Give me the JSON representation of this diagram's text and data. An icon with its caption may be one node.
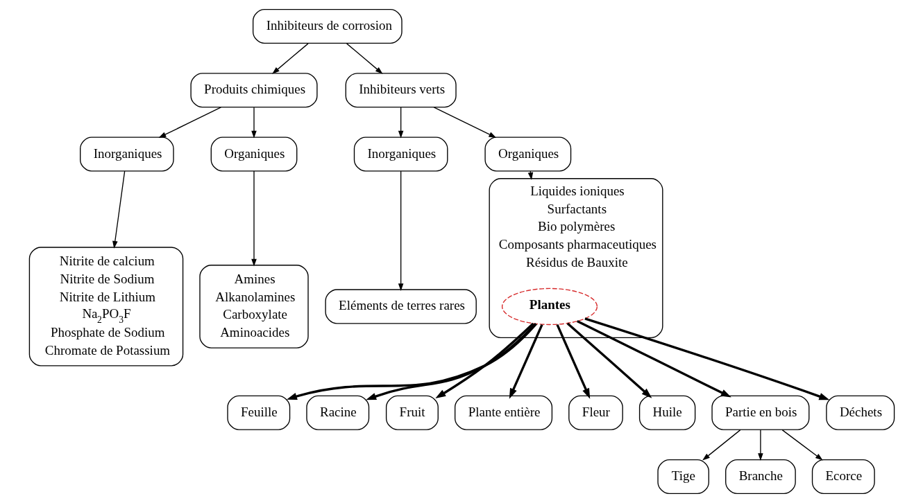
{
  "diagram": {
    "nodes": [
      {
        "text": [
          "Inhibiteurs de corrosion"
        ]
      },
      {
        "text": [
          "Produits chimiques"
        ]
      },
      {
        "text": [
          "Inhibiteurs verts"
        ]
      },
      {
        "text": [
          "Inorganiques"
        ]
      },
      {
        "text": [
          "Organiques"
        ]
      },
      {
        "text": [
          "Inorganiques"
        ]
      },
      {
        "text": [
          "Organiques"
        ]
      },
      {
        "text": [
          "Nitrite de calcium",
          "Nitrite de Sodium",
          "Nitrite de Lithium",
          "Na$_{2}$PO$_{3}$F",
          "Phosphate de Sodium",
          "Chromate de Potassium"
        ]
      },
      {
        "text": [
          "Amines",
          "Alkanolamines",
          "Carboxylate",
          "Aminoacides"
        ]
      },
      {
        "text": [
          "Eléments de terres rares"
        ]
      },
      {
        "text": [
          "Liquides ioniques",
          "Surfactants",
          "Bio polymères",
          "Composants pharmaceutiques",
          "Résidus de Bauxite"
        ]
      },
      {
        "text": [
          "Plantes"
        ],
        "in": 10
      },
      {
        "text": [
          "Feuille"
        ]
      },
      {
        "text": [
          "Racine"
        ]
      },
      {
        "text": [
          "Fruit"
        ]
      },
      {
        "text": [
          "Plante entière"
        ]
      },
      {
        "text": [
          "Fleur"
        ]
      },
      {
        "text": [
          "Huile"
        ]
      },
      {
        "text": [
          "Partie en bois"
        ]
      },
      {
        "text": [
          "Déchets"
        ]
      },
      {
        "text": [
          "Tige"
        ]
      },
      {
        "text": [
          "Branche"
        ]
      },
      {
        "text": [
          "Ecorce"
        ]
      }
    ],
    "edges": [
      {
        "from": 0,
        "to": 1,
        "arrow": "to"
      },
      {
        "from": 0,
        "to": 2,
        "arrow": "to"
      },
      {
        "from": 1,
        "to": 3,
        "arrow": "to"
      },
      {
        "from": 1,
        "to": 4,
        "arrow": "to"
      },
      {
        "from": 2,
        "to": 5,
        "arrow": "to"
      },
      {
        "from": 2,
        "to": 6,
        "arrow": "to"
      },
      {
        "from": 3,
        "to": 7,
        "arrow": "to"
      },
      {
        "from": 4,
        "to": 8,
        "arrow": "to"
      },
      {
        "from": 5,
        "to": 9,
        "arrow": "to"
      },
      {
        "from": 6,
        "to": 10,
        "arrow": "to"
      },
      {
        "from": 11,
        "to": 12,
        "arrow": "to",
        "style": "thick"
      },
      {
        "from": 11,
        "to": 13,
        "arrow": "to",
        "style": "thick"
      },
      {
        "from": 11,
        "to": 14,
        "arrow": "to",
        "style": "thick"
      },
      {
        "from": 11,
        "to": 15,
        "arrow": "to",
        "style": "thick"
      },
      {
        "from": 11,
        "to": 16,
        "arrow": "to",
        "style": "thick"
      },
      {
        "from": 11,
        "to": 17,
        "arrow": "to",
        "style": "thick"
      },
      {
        "from": 11,
        "to": 18,
        "arrow": "to",
        "style": "thick"
      },
      {
        "from": 11,
        "to": 19,
        "arrow": "to",
        "style": "thick"
      },
      {
        "from": 18,
        "to": 20,
        "arrow": "to"
      },
      {
        "from": 18,
        "to": 21,
        "arrow": "to"
      },
      {
        "from": 18,
        "to": 22,
        "arrow": "to"
      }
    ]
  }
}
